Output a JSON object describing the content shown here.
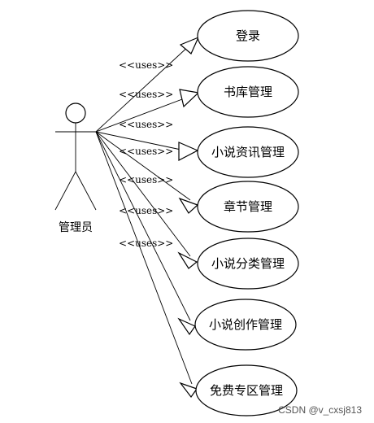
{
  "actor": {
    "name": "管理员"
  },
  "relationship_label": "<<uses>>",
  "use_cases": [
    {
      "label": "登录"
    },
    {
      "label": "书库管理"
    },
    {
      "label": "小说资讯管理"
    },
    {
      "label": "章节管理"
    },
    {
      "label": "小说分类管理"
    },
    {
      "label": "小说创作管理"
    },
    {
      "label": "免费专区管理"
    }
  ],
  "watermark": "CSDN @v_cxsj813"
}
